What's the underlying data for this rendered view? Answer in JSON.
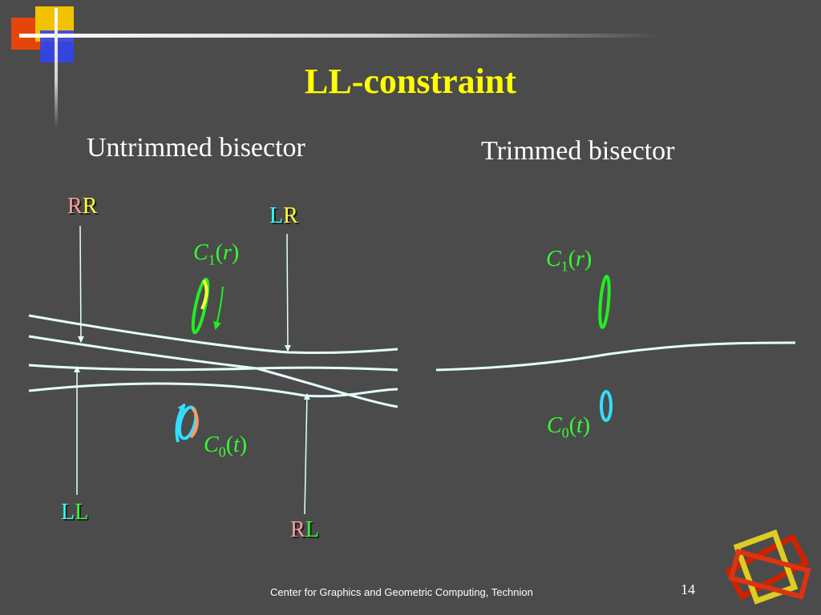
{
  "title": "LL-constraint",
  "left_panel": {
    "heading": "Untrimmed bisector",
    "labels": {
      "rr": [
        "R",
        "R"
      ],
      "lr": [
        "L",
        "R"
      ],
      "ll": [
        "L",
        "L"
      ],
      "rl": [
        "R",
        "L"
      ]
    },
    "c1": {
      "letter": "C",
      "index": "1",
      "param": "r"
    },
    "c0": {
      "letter": "C",
      "index": "0",
      "param": "t"
    }
  },
  "right_panel": {
    "heading": "Trimmed bisector",
    "c1": {
      "letter": "C",
      "index": "1",
      "param": "r"
    },
    "c0": {
      "letter": "C",
      "index": "0",
      "param": "t"
    }
  },
  "footer": "Center for Graphics and Geometric Computing, Technion",
  "page_number": "14",
  "colors": {
    "background": "#4b4b4b",
    "title": "#ffff00",
    "curve": "#e4ffff",
    "label_r": "#ff9c9c",
    "label_r_yellow": "#ffff33",
    "label_l_cyan": "#33ffff",
    "label_l_green": "#33ff33",
    "c1_curve": "#22ee22",
    "c0_curve": "#33ddff",
    "c0_accent": "#ff9966"
  }
}
